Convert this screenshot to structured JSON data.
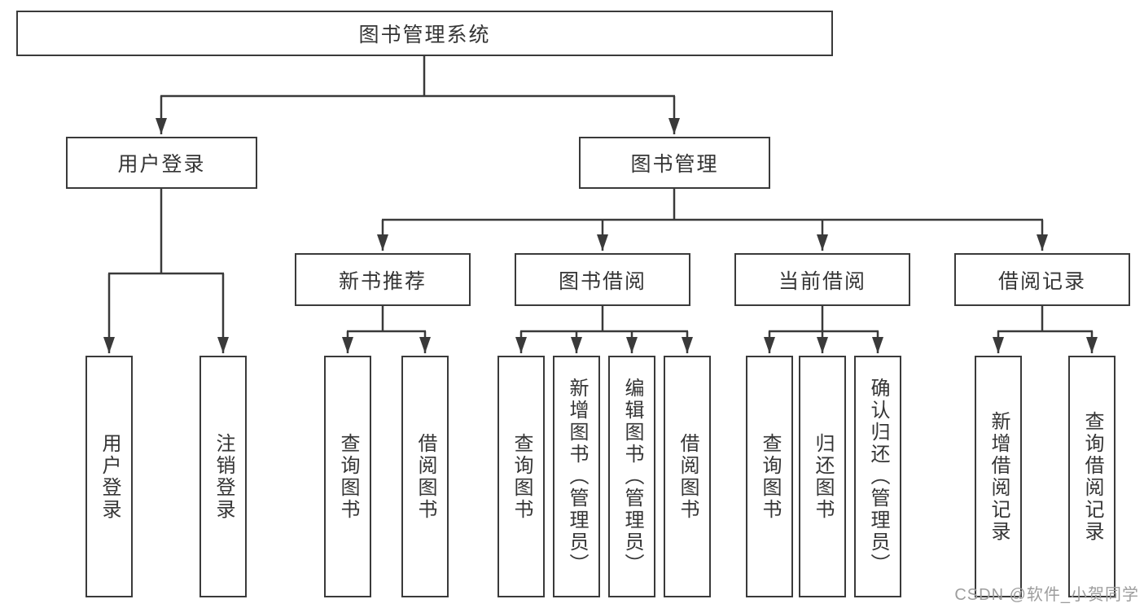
{
  "diagram": {
    "type": "tree-diagram",
    "root": {
      "label": "图书管理系统"
    },
    "l2": [
      {
        "label": "用户登录"
      },
      {
        "label": "图书管理"
      }
    ],
    "l3": [
      {
        "label": "新书推荐"
      },
      {
        "label": "图书借阅"
      },
      {
        "label": "当前借阅"
      },
      {
        "label": "借阅记录"
      }
    ],
    "leaves": {
      "user": [
        {
          "label": "用户登录"
        },
        {
          "label": "注销登录"
        }
      ],
      "newbook": [
        {
          "label": "查询图书"
        },
        {
          "label": "借阅图书"
        }
      ],
      "borrow": [
        {
          "label": "查询图书"
        },
        {
          "label": "新增图书（管理员）"
        },
        {
          "label": "编辑图书（管理员）"
        },
        {
          "label": "借阅图书"
        }
      ],
      "current": [
        {
          "label": "查询图书"
        },
        {
          "label": "归还图书"
        },
        {
          "label": "确认归还（管理员）"
        }
      ],
      "records": [
        {
          "label": "新增借阅记录"
        },
        {
          "label": "查询借阅记录"
        }
      ]
    },
    "hierarchy": [
      {
        "parent": "图书管理系统",
        "children": [
          "用户登录",
          "图书管理"
        ]
      },
      {
        "parent": "用户登录",
        "children": [
          "用户登录",
          "注销登录"
        ]
      },
      {
        "parent": "图书管理",
        "children": [
          "新书推荐",
          "图书借阅",
          "当前借阅",
          "借阅记录"
        ]
      },
      {
        "parent": "新书推荐",
        "children": [
          "查询图书",
          "借阅图书"
        ]
      },
      {
        "parent": "图书借阅",
        "children": [
          "查询图书",
          "新增图书（管理员）",
          "编辑图书（管理员）",
          "借阅图书"
        ]
      },
      {
        "parent": "当前借阅",
        "children": [
          "查询图书",
          "归还图书",
          "确认归还（管理员）"
        ]
      },
      {
        "parent": "借阅记录",
        "children": [
          "新增借阅记录",
          "查询借阅记录"
        ]
      }
    ],
    "watermark": "CSDN @软件_小贺同学",
    "colors": {
      "line": "#3a3a3a",
      "text": "#353535",
      "watermark": "#9d9d9d",
      "background": "#ffffff"
    }
  }
}
